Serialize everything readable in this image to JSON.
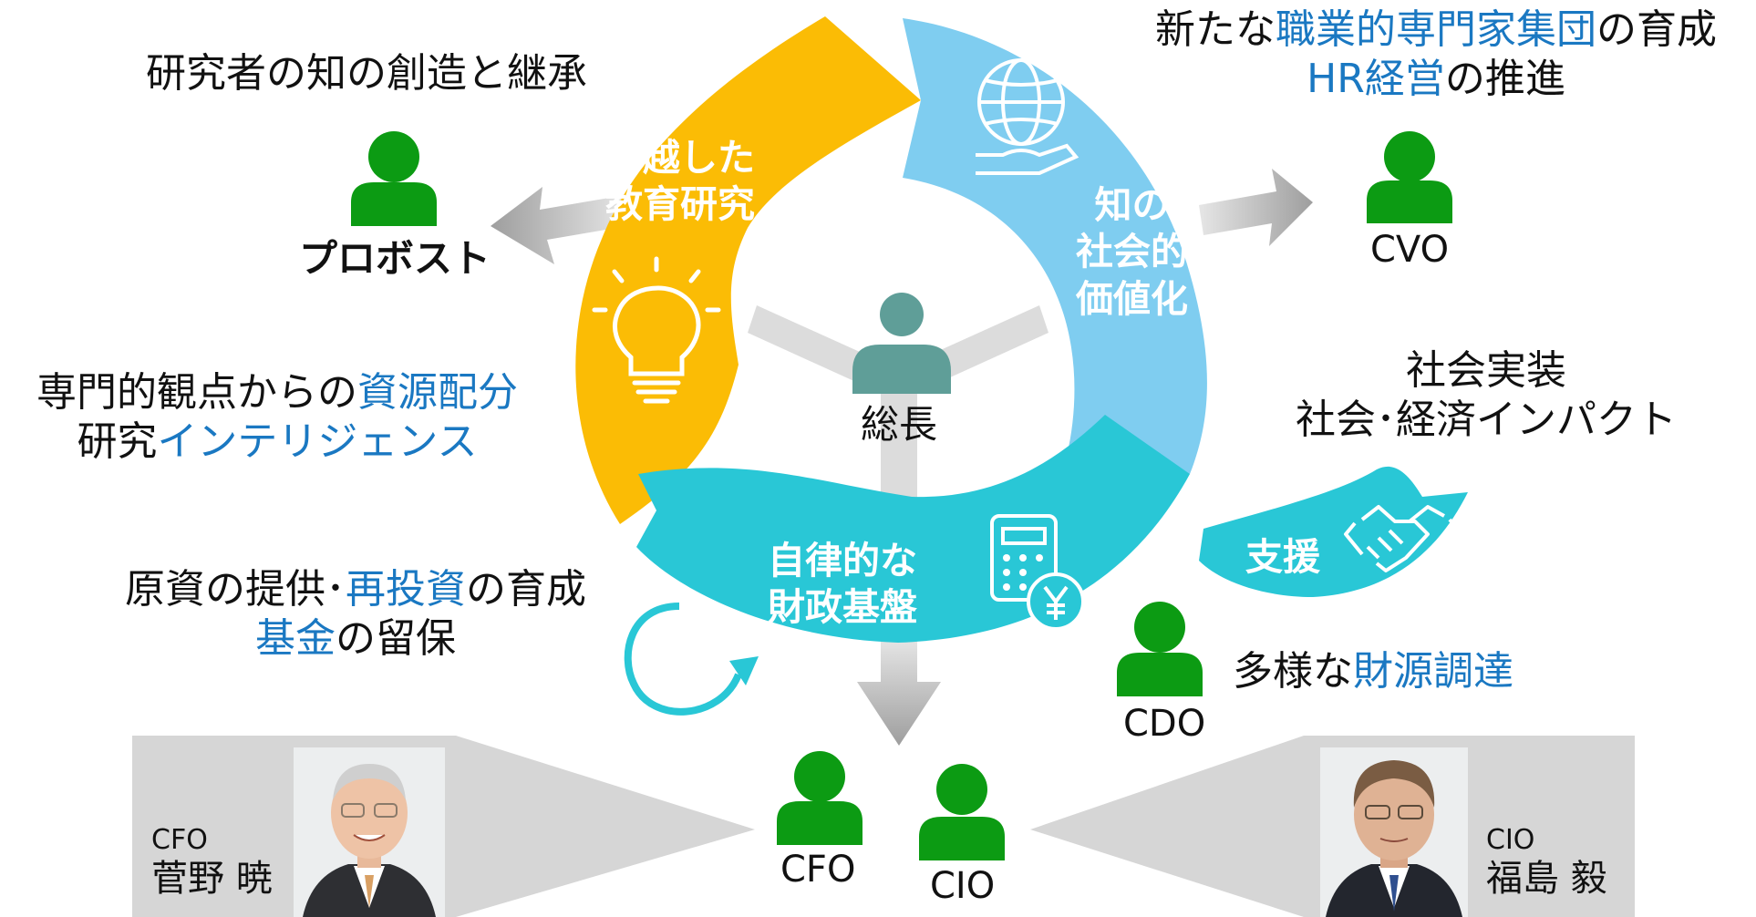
{
  "colors": {
    "gold": "#fbbc05",
    "sky": "#7fcdf0",
    "teal": "#29c7d6",
    "green": "#0c9b13",
    "center_person": "#5f9e98",
    "arrow_gray": "#b5b5b5",
    "blue_text": "#1a78c2",
    "panel_gray": "#d6d6d6"
  },
  "segments": {
    "gold": {
      "line1": "卓越した",
      "line2": "教育研究",
      "icon": "lightbulb-icon"
    },
    "sky": {
      "line1": "知の",
      "line2": "社会的",
      "line3": "価値化",
      "icon": "globe-hand-icon"
    },
    "teal": {
      "line1": "自律的な",
      "line2": "財政基盤",
      "icon": "calculator-yen-icon"
    },
    "support": {
      "label": "支援",
      "icon": "handshake-icon"
    }
  },
  "center": {
    "label": "総長"
  },
  "roles": {
    "provost": {
      "label": "プロボスト"
    },
    "cvo": {
      "label": "CVO"
    },
    "cdo": {
      "label": "CDO"
    },
    "cfo": {
      "label": "CFO"
    },
    "cio": {
      "label": "CIO"
    }
  },
  "texts": {
    "provost_heading": "研究者の知の創造と継承",
    "resource": {
      "p1": "専門的観点からの",
      "p1_blue": "資源配分",
      "p2": "研究",
      "p2_blue": "インテリジェンス"
    },
    "capital": {
      "p1": "原資の提供･",
      "p1_blue": "再投資",
      "p1_end": "の育成",
      "p2_blue": "基金",
      "p2_end": "の留保"
    },
    "cvo_heading": {
      "p1": "新たな",
      "p1_blue": "職業的専門家集団",
      "p1_end": "の育成",
      "p2_blue": "HR経営",
      "p2_end": "の推進"
    },
    "impact": {
      "line1": "社会実装",
      "line2": "社会･経済インパクト"
    },
    "cdo_text": {
      "p1": "多様な",
      "p1_blue": "財源調達"
    }
  },
  "people": {
    "cfo": {
      "title": "CFO",
      "name": "菅野 暁"
    },
    "cio": {
      "title": "CIO",
      "name": "福島 毅"
    }
  }
}
